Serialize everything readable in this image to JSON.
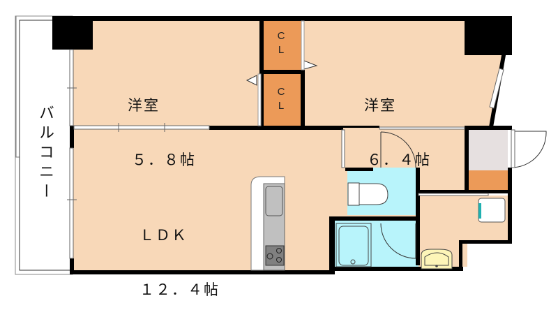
{
  "floorplan": {
    "rooms": [
      {
        "id": "western-room-1",
        "name": "洋室",
        "size": "5.8帖",
        "size_display": "５．８帖"
      },
      {
        "id": "western-room-2",
        "name": "洋室",
        "size": "6.4帖",
        "size_display": "６．４帖"
      },
      {
        "id": "ldk",
        "name": "LDK",
        "name_display": "ＬＤＫ",
        "size": "12.4帖",
        "size_display": "１２．４帖"
      }
    ],
    "closets": [
      {
        "id": "closet-upper",
        "line1": "C",
        "line2": "L"
      },
      {
        "id": "closet-lower",
        "line1": "C",
        "line2": "L"
      }
    ],
    "balcony": {
      "label": "バルコニー"
    },
    "colors": {
      "room_floor": "#f8d8b8",
      "closet": "#ec9a58",
      "wet_area": "#b8f4fb",
      "wall": "#000000",
      "entry_storage": "#e6e0e0",
      "kitchen_counter": "#c0c0c0",
      "stove": "#808080",
      "washbasin": "#fdf5b8",
      "washer_accent": "#20b0b0"
    }
  }
}
